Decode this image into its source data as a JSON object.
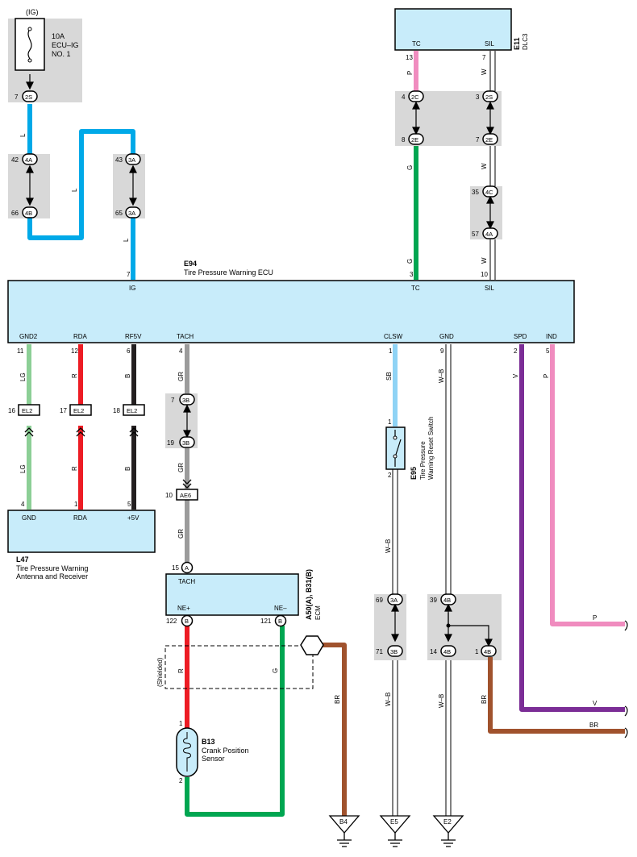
{
  "fuse": {
    "ig": "(IG)",
    "line1": "10A",
    "line2": "ECU–IG",
    "line3": "NO. 1"
  },
  "dlc3": {
    "id": "E11",
    "name": "DLC3",
    "tc": "TC",
    "sil": "SIL"
  },
  "ecu": {
    "id": "E94",
    "name": "Tire Pressure Warning ECU",
    "pins_top": {
      "ig": "IG",
      "tc": "TC",
      "sil": "SIL"
    },
    "pins_bottom": {
      "gnd2": "GND2",
      "rda": "RDA",
      "rf5v": "RF5V",
      "tach": "TACH",
      "clsw": "CLSW",
      "gnd": "GND",
      "spd": "SPD",
      "ind": "IND"
    }
  },
  "antenna": {
    "id": "L47",
    "line1": "Tire Pressure Warning",
    "line2": "Antenna and Receiver",
    "gnd": "GND",
    "rda": "RDA",
    "v5": "+5V"
  },
  "ecm": {
    "id": "A50(A), B31(B)",
    "name": "ECM",
    "tach": "TACH",
    "nep": "NE+",
    "nen": "NE–"
  },
  "crank": {
    "id": "B13",
    "line1": "Crank Position",
    "line2": "Sensor"
  },
  "switch": {
    "id": "E95",
    "line1": "Tire Pressure",
    "line2": "Warning Reset Switch"
  },
  "shielded": "(Shielded)",
  "wire_colors": {
    "L": "L",
    "P": "P",
    "W": "W",
    "G": "G",
    "LG": "LG",
    "R": "R",
    "B": "B",
    "GR": "GR",
    "SB": "SB",
    "WB": "W–B",
    "V": "V",
    "BR": "BR"
  },
  "pins": {
    "p7a": "7",
    "p42": "42",
    "p66": "66",
    "p43": "43",
    "p65": "65",
    "p7b": "7",
    "p13": "13",
    "p7c": "7",
    "p4": "4",
    "p8": "8",
    "p3a": "3",
    "p7d": "7",
    "p35": "35",
    "p57": "57",
    "p3b": "3",
    "p10": "10",
    "p11": "11",
    "p12": "12",
    "p6": "6",
    "p4b": "4",
    "p1a": "1",
    "p9": "9",
    "p2a": "2",
    "p5a": "5",
    "p16": "16",
    "p17": "17",
    "p18": "18",
    "p7e": "7",
    "p19": "19",
    "p10b": "10",
    "p4c": "4",
    "p1b": "1",
    "p5b": "5",
    "p15": "15",
    "p122": "122",
    "p121": "121",
    "p1c": "1",
    "p2b": "2",
    "p69": "69",
    "p71": "71",
    "p39": "39",
    "p14": "14",
    "p1d": "1",
    "p1e": "1",
    "p2c": "2"
  },
  "connectors": {
    "c2S": "2S",
    "c4A": "4A",
    "c4B": "4B",
    "c3A": "3A",
    "c2C": "2C",
    "c2E": "2E",
    "c4C": "4C",
    "cEL2": "EL2",
    "c3B": "3B",
    "cAE6": "AE6",
    "cA": "A",
    "cB": "B",
    "c4B2": "4B"
  },
  "grounds": {
    "b4": "B4",
    "e5": "E5",
    "e2": "E2"
  },
  "colors": {
    "L": "#00a9e8",
    "P": "#f08cbf",
    "G": "#00a651",
    "LG": "#8ccf96",
    "R": "#ed1c24",
    "B": "#231f20",
    "GR": "#9b9b9b",
    "SB": "#8fd3f5",
    "V": "#7b2d96",
    "BR": "#a0522d",
    "box": "#c8ecfa",
    "shade": "#d8d8d8"
  }
}
